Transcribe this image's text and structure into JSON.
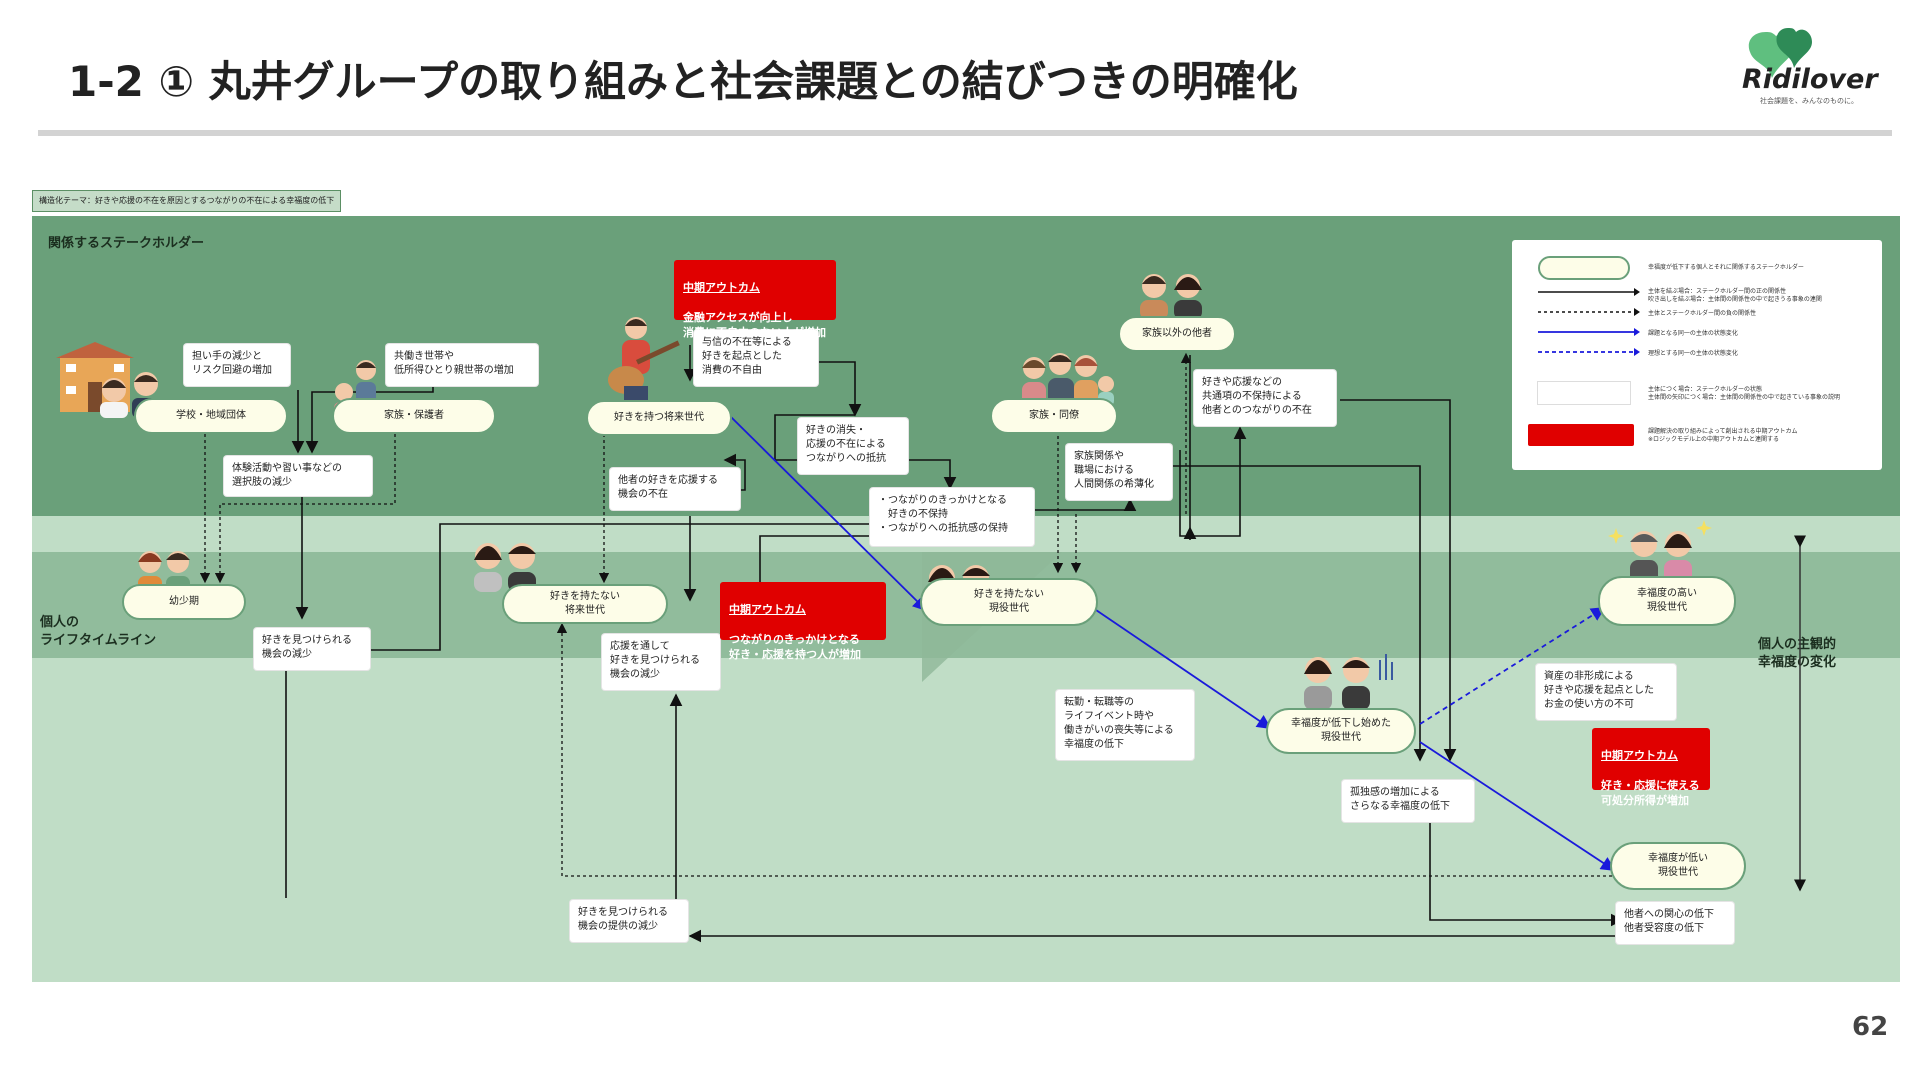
{
  "header": {
    "title": "1-2 ① 丸井グループの取り組みと社会課題との結びつきの明確化",
    "page_number": "62"
  },
  "logo": {
    "name": "Ridilover",
    "tagline": "社会課題を、みんなのものに。",
    "colors": [
      "#2e8b57",
      "#5fbf7f"
    ]
  },
  "theme_tag": "構造化テーマ：好きや応援の不在を原因とするつながりの不在による幸福度の低下",
  "labels": {
    "stakeholders": "関係するステークホルダー",
    "lifetime": "個人の\nライフタイムライン",
    "subjective": "個人の主観的\n幸福度の変化"
  },
  "nodes": {
    "school": "学校・地域団体",
    "family_guardian": "家族・保護者",
    "future_with": "好きを持つ将来世代",
    "family_peers": "家族・同僚",
    "others": "家族以外の他者",
    "childhood": "幼少期",
    "future_without": "好きを持たない\n将来世代",
    "current_without": "好きを持たない\n現役世代",
    "declining": "幸福度が低下し始めた\n現役世代",
    "high": "幸福度の高い\n現役世代",
    "low": "幸福度が低い\n現役世代"
  },
  "boxes": {
    "b1": "担い手の減少と\nリスク回避の増加",
    "b2": "共働き世帯や\n低所得ひとり親世帯の増加",
    "b3": "体験活動や習い事などの\n選択肢の減少",
    "b4": "与信の不在等による\n好きを起点とした\n消費の不自由",
    "b5": "好きの消失・\n応援の不在による\nつながりへの抵抗",
    "b6": "他者の好きを応援する\n機会の不在",
    "b7": "・つながりのきっかけとなる\n　好きの不保持\n・つながりへの抵抗感の保持",
    "b8": "好きや応援などの\n共通項の不保持による\n他者とのつながりの不在",
    "b9": "家族関係や\n職場における\n人間関係の希薄化",
    "b10": "好きを見つけられる\n機会の減少",
    "b11": "応援を通して\n好きを見つけられる\n機会の減少",
    "b12": "転勤・転職等の\nライフイベント時や\n働きがいの喪失等による\n幸福度の低下",
    "b13": "資産の非形成による\n好きや応援を起点とした\nお金の使い方の不可",
    "b14": "孤独感の増加による\nさらなる幸福度の低下",
    "b15": "好きを見つけられる\n機会の提供の減少",
    "b16": "他者への関心の低下\n他者受容度の低下"
  },
  "outcomes": {
    "o1": {
      "head": "中期アウトカム",
      "body": "金融アクセスが向上し\n消費に不自由のない人が増加"
    },
    "o2": {
      "head": "中期アウトカム",
      "body": "つながりのきっかけとなる\n好き・応援を持つ人が増加"
    },
    "o3": {
      "head": "中期アウトカム",
      "body": "好き・応援に使える\n可処分所得が増加"
    }
  },
  "legend": {
    "l1": "幸福度が低下する個人とそれに関係するステークホルダー",
    "l2": "主体を結ぶ場合：ステークホルダー間の正の関係性\n吹き出しを結ぶ場合：主体間の関係性の中で起きうる事象の連関",
    "l3": "主体とステークホルダー間の負の関係性",
    "l4": "課題となる同一の主体の状態変化",
    "l5": "理想とする同一の主体の状態変化",
    "l6": "主体につく場合：ステークホルダーの状態\n主体間の矢印につく場合：主体間の関係性の中で起きている事象の説明",
    "l7": "課題解決の取り組みによって創出される中期アウトカム\n※ロジックモデル上の中期アウトカムと連関する"
  },
  "colors": {
    "dark_green": "#6aa07a",
    "light_green": "#c0ddc6",
    "outcome_red": "#e00000",
    "pill_fill": "#fdfde8",
    "blue_arrow": "#1a1adb"
  }
}
